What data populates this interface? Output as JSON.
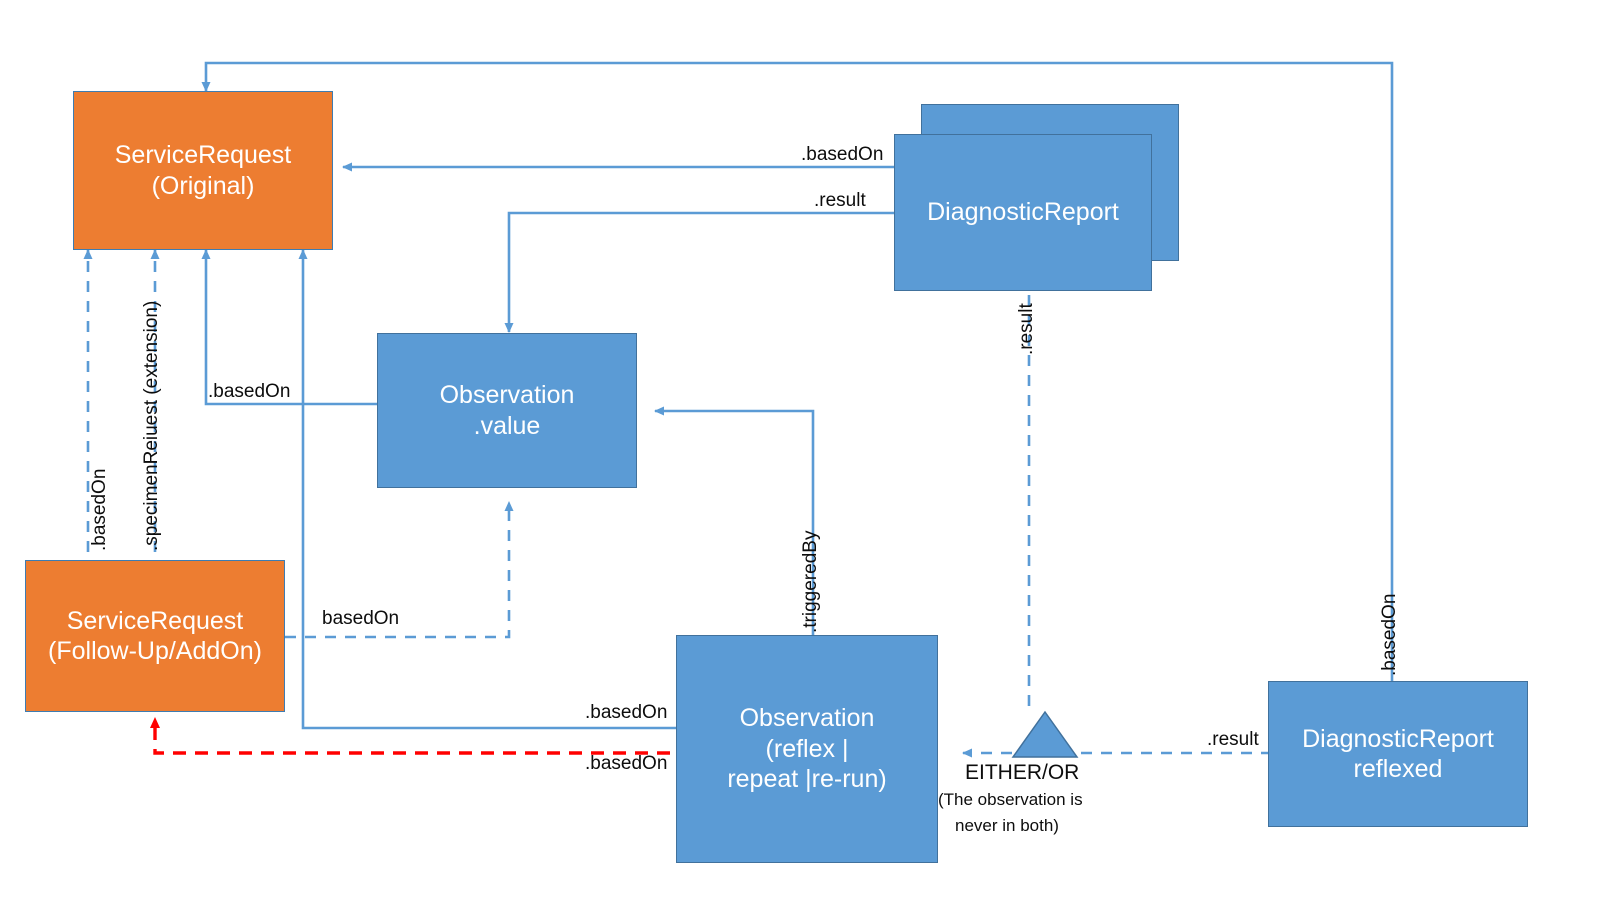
{
  "diagram": {
    "title": "FHIR ServiceRequest / Observation / DiagnosticReport reflex workflow",
    "colors": {
      "orange_fill": "#ED7D31",
      "orange_stroke": "#3E7CB1",
      "blue_fill": "#5B9BD5",
      "blue_stroke": "#41719C",
      "connector_blue": "#5B9BD5",
      "connector_red": "#FF0000",
      "text_dark": "#0D0D0D",
      "text_light": "#FFFFFF"
    },
    "nodes": {
      "service_request_original": "ServiceRequest\n(Original)",
      "service_request_followup": "ServiceRequest\n(Follow-Up/AddOn)",
      "observation_value": "Observation\n.value",
      "observation_reflex": "Observation\n(reflex |\nrepeat |re-run)",
      "diagnostic_report_back": "",
      "diagnostic_report": "DiagnosticReport",
      "diagnostic_report_reflexed": "DiagnosticReport\nreflexed"
    },
    "edge_labels": {
      "dr_basedon": ".basedOn",
      "dr_result": ".result",
      "obs_value_basedon": ".basedOn",
      "followup_basedon_plain": "basedOn",
      "reflex_basedon_solid": ".basedOn",
      "reflex_basedon_red": ".basedOn",
      "reflexed_result": ".result",
      "left_basedon_rot": ".basedOn",
      "left_specimen_rot": ".specimenReiuest (extension)",
      "triggered_by_rot": ".triggeredBy",
      "dr_result_rot": ".result",
      "right_basedon_rot": ".basedOn"
    },
    "annotations": {
      "either_or_title": "EITHER/OR",
      "either_or_line1": "(The observation is",
      "either_or_line2": "never in both)"
    }
  }
}
